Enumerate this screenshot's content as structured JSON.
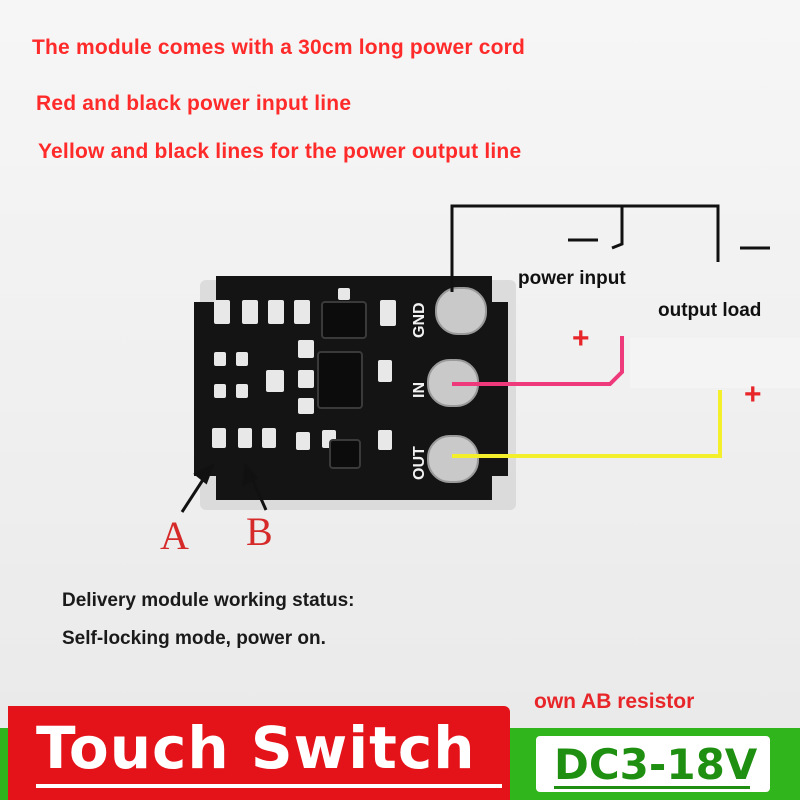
{
  "notes": {
    "line1": "The module comes with a 30cm long power cord",
    "line2": "Red and black power input line",
    "line3": "Yellow and black lines for the power output line"
  },
  "labels": {
    "power_input": "power input",
    "output_load": "output load",
    "minus": "—",
    "plus": "+"
  },
  "pads": {
    "gnd": "GND",
    "in": "IN",
    "out": "OUT"
  },
  "resistors": {
    "a": "A",
    "b": "B"
  },
  "status": {
    "heading": "Delivery module working status:",
    "mode": "Self-locking mode, power on.",
    "partial_line_end": "own AB resistor"
  },
  "banner": {
    "title": "Touch Switch",
    "voltage": "DC3-18V"
  },
  "colors": {
    "red_text": "#ff2a2a",
    "banner_red": "#e4131a",
    "banner_green": "#31b51c",
    "wire_red": "#ee3a7a",
    "wire_yellow": "#f3ef2a",
    "pcb": "#141414"
  }
}
